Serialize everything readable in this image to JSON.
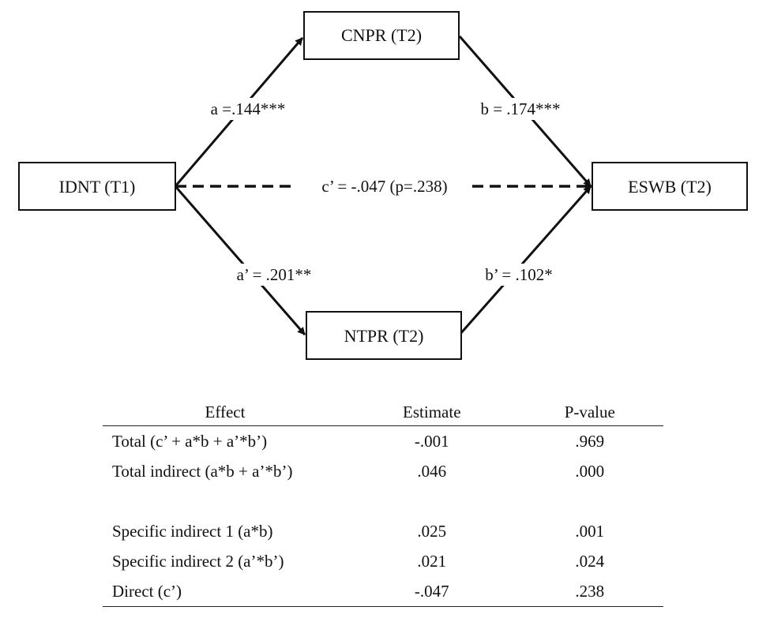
{
  "diagram": {
    "nodes": {
      "idnt": "IDNT (T1)",
      "cnpr": "CNPR (T2)",
      "ntpr": "NTPR (T2)",
      "eswb": "ESWB (T2)"
    },
    "paths": {
      "a": "a =.144***",
      "b": "b = .174***",
      "c_prime": "c’ = -.047 (p=.238)",
      "a_prime": "a’ = .201**",
      "b_prime": "b’ = .102*"
    }
  },
  "table": {
    "headers": [
      "Effect",
      "Estimate",
      "P-value"
    ],
    "rows": [
      {
        "effect": "Total (c’ + a*b + a’*b’)",
        "estimate": "-.001",
        "p": ".969"
      },
      {
        "effect": "Total indirect (a*b + a’*b’)",
        "estimate": ".046",
        "p": ".000"
      },
      {
        "effect": "",
        "estimate": "",
        "p": ""
      },
      {
        "effect": "Specific indirect 1 (a*b)",
        "estimate": ".025",
        "p": ".001"
      },
      {
        "effect": "Specific indirect 2 (a’*b’)",
        "estimate": ".021",
        "p": ".024"
      },
      {
        "effect": "Direct (c’)",
        "estimate": "-.047",
        "p": ".238"
      }
    ]
  }
}
